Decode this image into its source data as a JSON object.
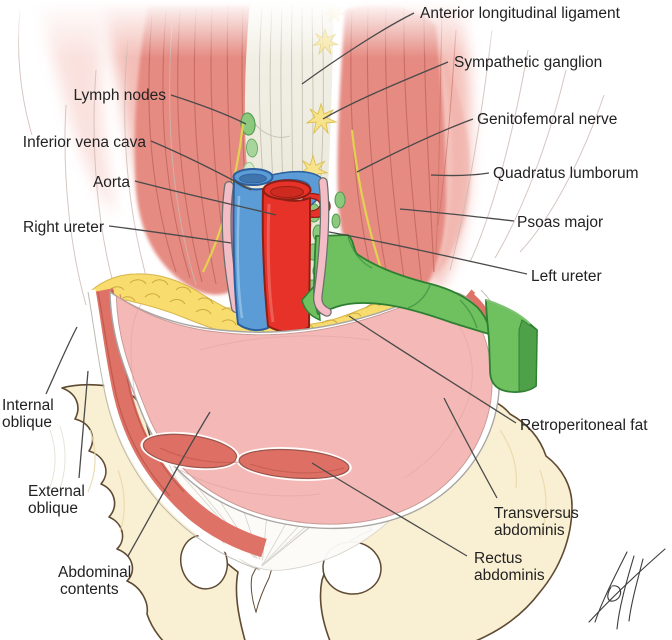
{
  "figure": {
    "labels": {
      "anterior_longitudinal_ligament": "Anterior longitudinal ligament",
      "sympathetic_ganglion": "Sympathetic ganglion",
      "lymph_nodes": "Lymph nodes",
      "inferior_vena_cava": "Inferior vena cava",
      "aorta": "Aorta",
      "right_ureter": "Right ureter",
      "genitofemoral_nerve": "Genitofemoral nerve",
      "quadratus_lumborum": "Quadratus lumborum",
      "psoas_major": "Psoas major",
      "left_ureter": "Left ureter",
      "retroperitoneal_fat": "Retroperitoneal fat",
      "internal_oblique_1": "Internal",
      "internal_oblique_2": "oblique",
      "external_oblique_1": "External",
      "external_oblique_2": "oblique",
      "abdominal_contents_1": "Abdominal",
      "abdominal_contents_2": "contents",
      "transversus_abdominis_1": "Transversus",
      "transversus_abdominis_2": "abdominis",
      "rectus_abdominis_1": "Rectus",
      "rectus_abdominis_2": "abdominis"
    },
    "colors": {
      "aorta": "#e63229",
      "inferior_vena_cava": "#5b9cd6",
      "ureter": "#f3bdc5",
      "lymph_node": "#8cc87d",
      "colon_band": "#6fc05f",
      "retroperitoneal_fat": "#f8dc6e",
      "psoas_muscle": "#e58b82",
      "rectus_muscle": "#dd6f64",
      "bone": "#f9efd2",
      "peritoneal_dome": "#f4b9b6",
      "vertebral_ligament": "#eeebdd",
      "sympathetic_ganglion": "#f7e38c",
      "nerve": "#e3d54f",
      "label_text": "#222222",
      "leader_line": "#4a4a4a"
    }
  }
}
